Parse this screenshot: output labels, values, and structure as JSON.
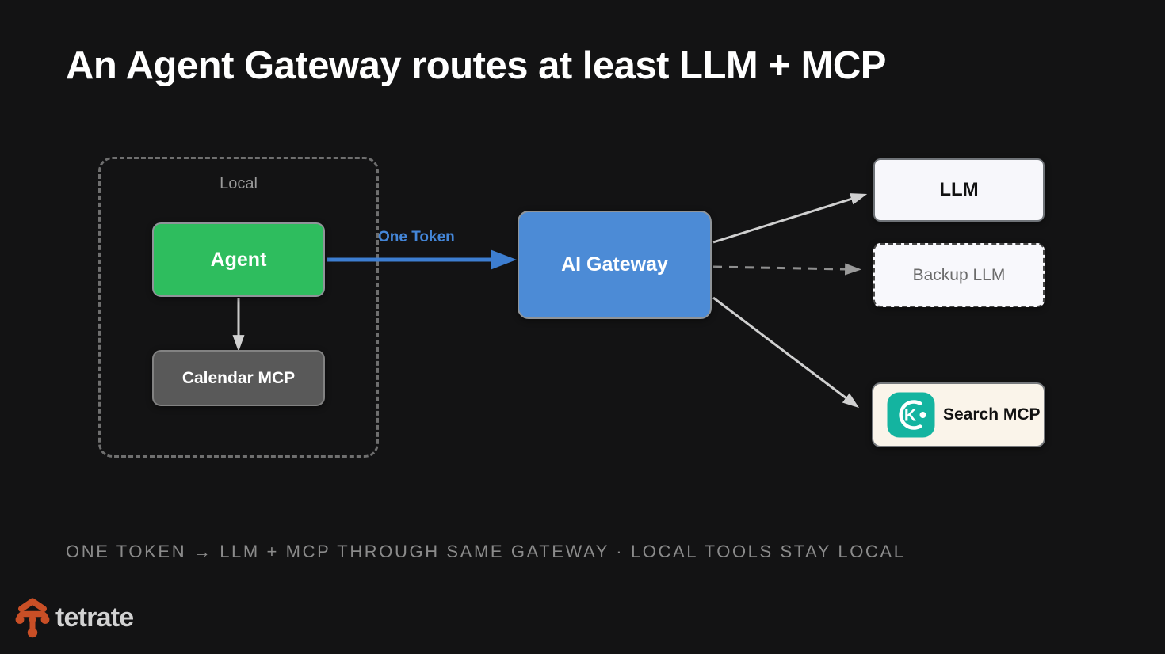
{
  "slide": {
    "title": "An Agent Gateway routes at least LLM + MCP",
    "footer_summary": "ONE TOKEN → LLM + MCP THROUGH SAME GATEWAY · LOCAL TOOLS STAY LOCAL",
    "brand": "tetrate",
    "background_color": "#131314"
  },
  "diagram": {
    "local_group_label": "Local",
    "nodes": {
      "agent": {
        "label": "Agent",
        "color": "#2ebd5e"
      },
      "calendar_mcp": {
        "label": "Calendar MCP",
        "color": "#595959"
      },
      "ai_gateway": {
        "label": "AI Gateway",
        "color": "#4c8bd6"
      },
      "llm": {
        "label": "LLM",
        "color": "#f7f7fb"
      },
      "backup_llm": {
        "label": "Backup LLM",
        "color": "#f8f8fc"
      },
      "search_mcp": {
        "label": "Search MCP",
        "color": "#faf4ea",
        "icon": "kagi-k-icon",
        "icon_letter": "K",
        "icon_color": "#14b4a0"
      }
    },
    "edge_labels": {
      "one_token": "One Token"
    },
    "edge_colors": {
      "accent_blue": "#3d7ed1",
      "solid_gray": "#d0d0d0",
      "dashed_gray": "#8f8f8f"
    },
    "brand_icon_color": "#c94f26"
  }
}
